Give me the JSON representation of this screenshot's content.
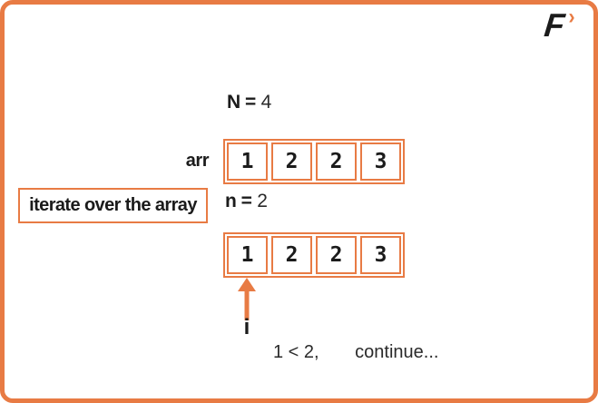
{
  "theme": {
    "accent_color": "#E87B44",
    "text_color": "#1b1b1b",
    "background": "#ffffff"
  },
  "logo": {
    "letter": "F",
    "chevron": "›"
  },
  "variables": {
    "upper": {
      "label": "N =",
      "value": "4"
    },
    "lower": {
      "label": "n =",
      "value": "2"
    }
  },
  "arrays": {
    "arr_label": "arr",
    "top_cells": [
      "1",
      "2",
      "2",
      "3"
    ],
    "bottom_cells": [
      "1",
      "2",
      "2",
      "3"
    ]
  },
  "annotation": {
    "box_label": "iterate over the array"
  },
  "pointer": {
    "label": "i"
  },
  "caption": {
    "condition": "1 < 2,",
    "action": "continue..."
  }
}
